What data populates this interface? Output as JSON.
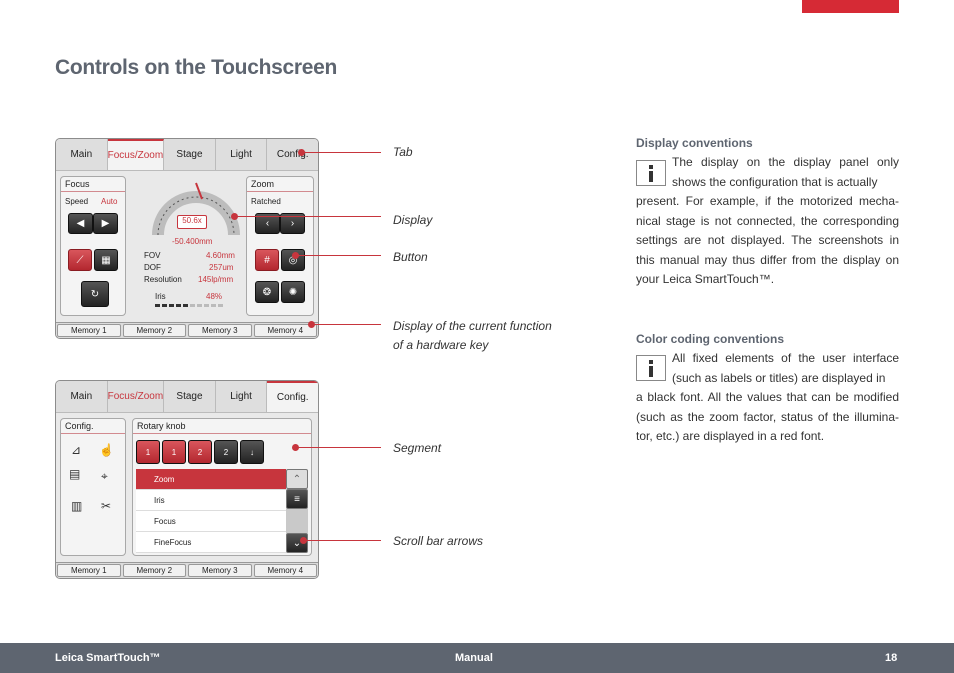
{
  "page": {
    "title": "Controls on the Touchscreen",
    "accent_color": "#d62a35",
    "text_color": "#333333"
  },
  "screen1": {
    "tabs": [
      "Main",
      "Focus/Zoom",
      "Stage",
      "Light",
      "Config."
    ],
    "focus_panel": {
      "title": "Focus",
      "speed_label": "Speed",
      "speed_value": "Auto"
    },
    "zoom_panel": {
      "title": "Zoom",
      "mode": "Ratched"
    },
    "gauge": {
      "magnification": "50.6x",
      "position": "-50.400mm"
    },
    "stats": [
      {
        "label": "FOV",
        "value": "4.60mm"
      },
      {
        "label": "DOF",
        "value": "257um"
      },
      {
        "label": "Resolution",
        "value": "145lp/mm"
      }
    ],
    "iris": {
      "label": "Iris",
      "value": "48%",
      "level": 0.48
    },
    "memory": [
      "Memory 1",
      "Memory 2",
      "Memory 3",
      "Memory 4"
    ]
  },
  "screen2": {
    "tabs": [
      "Main",
      "Focus/Zoom",
      "Stage",
      "Light",
      "Config."
    ],
    "config_panel": {
      "title": "Config."
    },
    "rotary_panel": {
      "title": "Rotary knob",
      "segments": [
        "1",
        "1",
        "2",
        "2",
        "↓"
      ],
      "list": [
        "Zoom",
        "Iris",
        "Focus",
        "FineFocus"
      ],
      "selected": "Zoom"
    },
    "memory": [
      "Memory 1",
      "Memory 2",
      "Memory 3",
      "Memory 4"
    ]
  },
  "callouts": {
    "tab": "Tab",
    "display": "Display",
    "button": "Button",
    "hardware_key_line1": "Display of the current function",
    "hardware_key_line2": "of a hardware key",
    "segment": "Segment",
    "scroll": "Scroll bar arrows"
  },
  "display_conventions": {
    "heading": "Display conventions",
    "text_first": "The display on the display panel only shows the configuration that is actually",
    "text_rest": "present. For example, if the motorized mecha­nical stage is not connected, the corresponding settings are not displayed. The screenshots in this manual may thus differ from the display on your Leica SmartTouch™."
  },
  "color_conventions": {
    "heading": "Color coding conventions",
    "text_first": "All fixed elements of the user interface (such as labels or titles) are displayed in",
    "text_rest": "a black font. All the values that can be modified (such as the zoom factor, status of the illumina­tor, etc.) are displayed in a red font."
  },
  "footer": {
    "left": "Leica SmartTouch™",
    "center": "Manual",
    "page_number": "18"
  }
}
